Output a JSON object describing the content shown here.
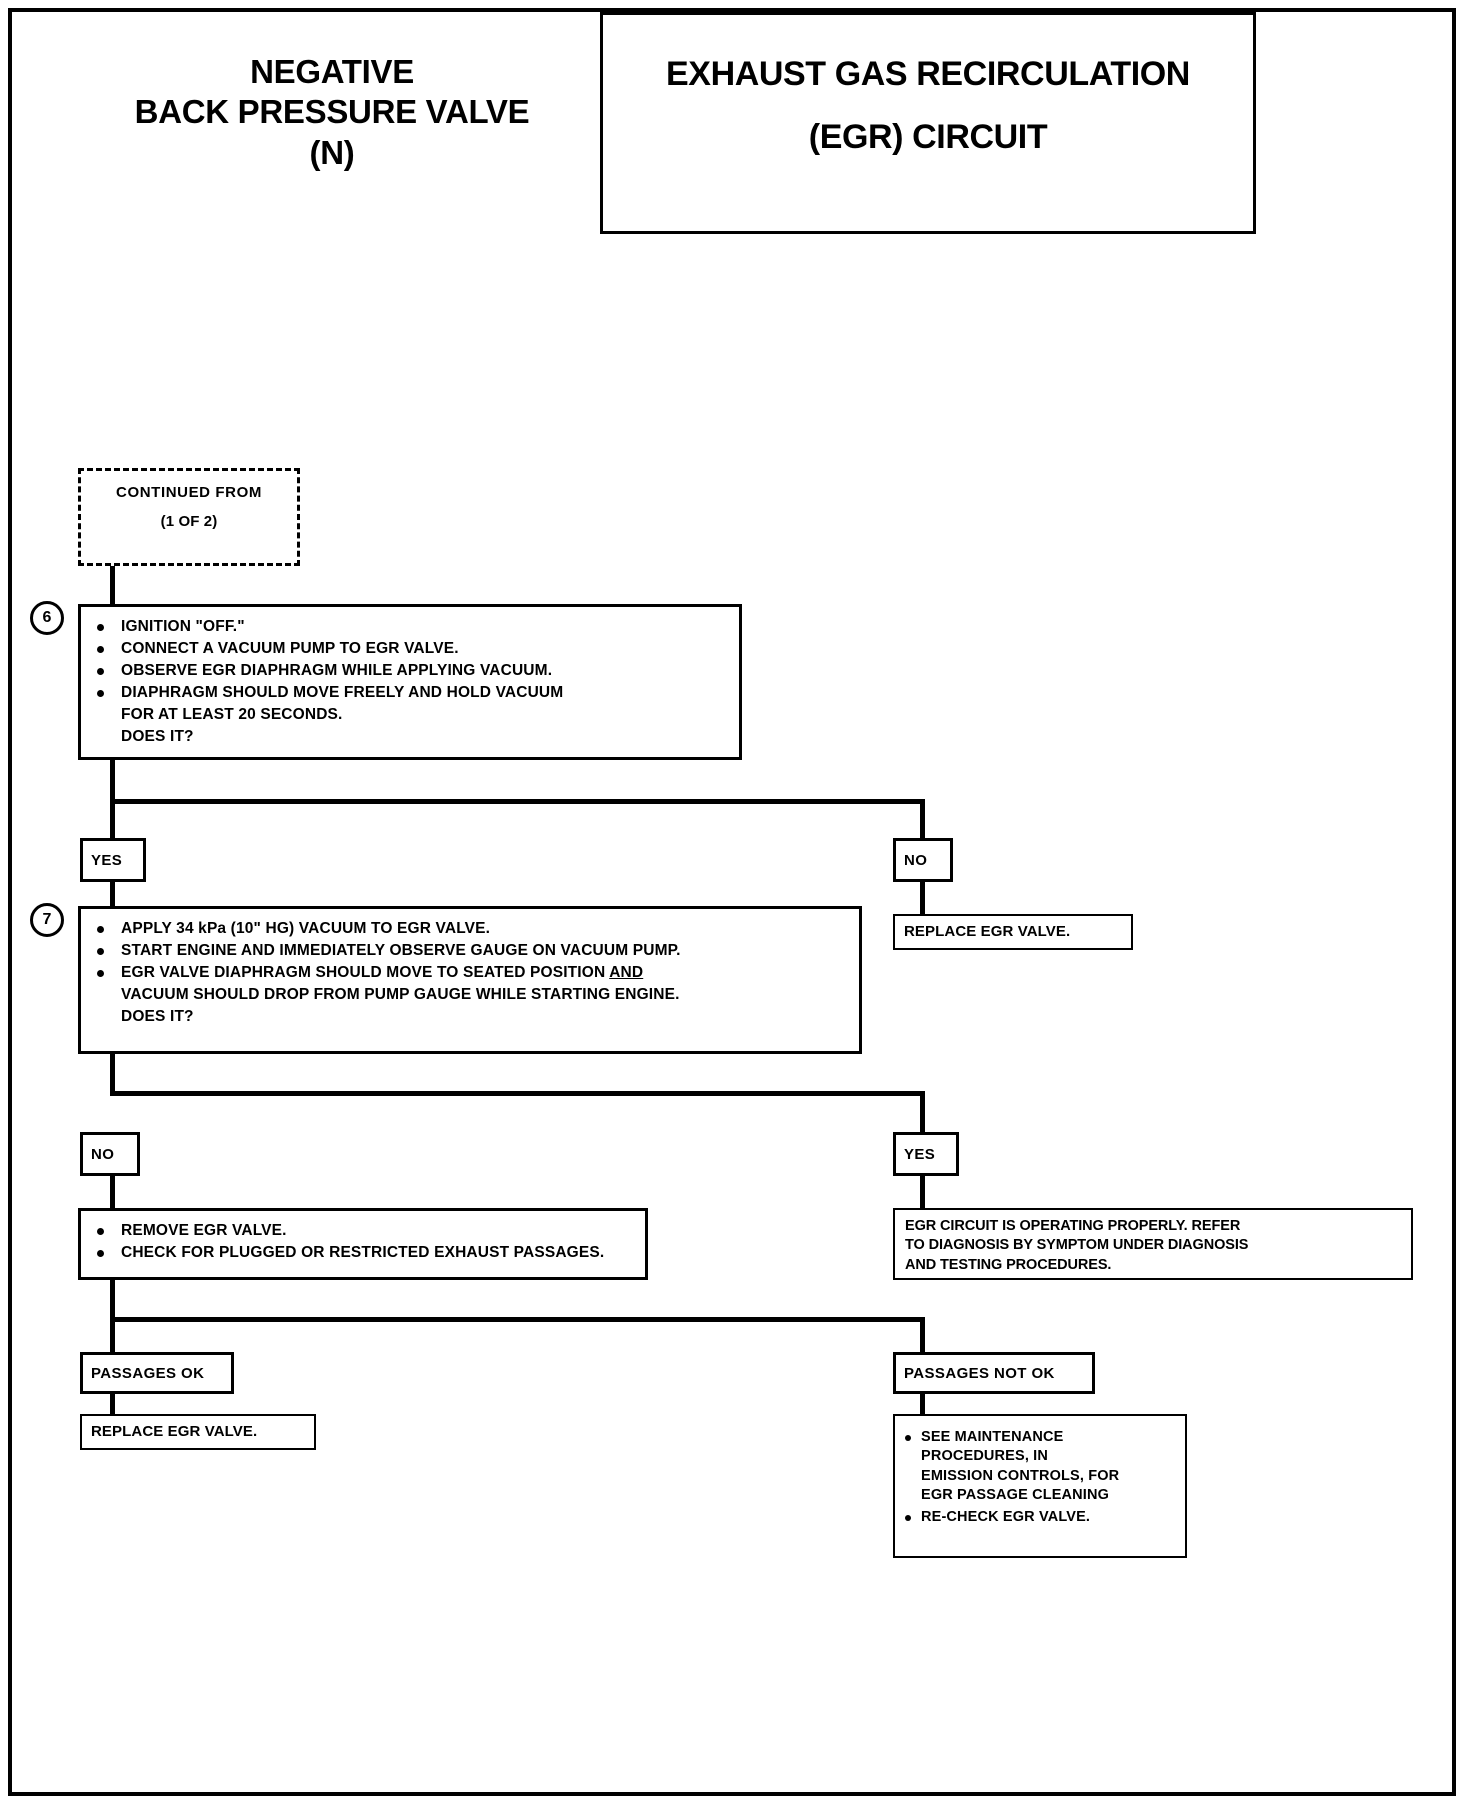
{
  "title": {
    "left": "NEGATIVE\nBACK PRESSURE VALVE\n(N)",
    "right_line1": "EXHAUST GAS RECIRCULATION",
    "right_line2": "(EGR) CIRCUIT"
  },
  "nodes": {
    "continued_from": {
      "line1": "CONTINUED FROM",
      "line2": "(1 OF 2)"
    },
    "step6": {
      "number": "6",
      "bullets": [
        "IGNITION \"OFF.\"",
        "CONNECT A VACUUM  PUMP TO EGR VALVE.",
        "OBSERVE EGR DIAPHRAGM WHILE APPLYING VACUUM.",
        "DIAPHRAGM SHOULD MOVE FREELY AND HOLD VACUUM\nFOR AT LEAST 20 SECONDS.\nDOES IT?"
      ]
    },
    "step6_yes": "YES",
    "step6_no": "NO",
    "replace_egr_valve_1": "REPLACE EGR VALVE.",
    "step7": {
      "number": "7",
      "bullet1": "APPLY 34 kPa (10\" HG) VACUUM TO EGR VALVE.",
      "bullet2": "START ENGINE AND IMMEDIATELY OBSERVE GAUGE ON VACUUM PUMP.",
      "bullet3_pre": "EGR VALVE DIAPHRAGM SHOULD MOVE TO SEATED POSITION ",
      "bullet3_underlined": "AND",
      "bullet3_post": "\nVACUUM SHOULD DROP FROM PUMP GAUGE WHILE STARTING ENGINE.\nDOES IT?"
    },
    "step7_no": "NO",
    "step7_yes": "YES",
    "remove_check": {
      "bullets": [
        "REMOVE EGR VALVE.",
        "CHECK FOR PLUGGED OR RESTRICTED EXHAUST PASSAGES."
      ]
    },
    "egr_ok_text": "EGR CIRCUIT IS OPERATING PROPERLY. REFER\nTO DIAGNOSIS BY SYMPTOM UNDER DIAGNOSIS\nAND TESTING PROCEDURES.",
    "passages_ok": "PASSAGES OK",
    "passages_not_ok": "PASSAGES NOT OK",
    "replace_egr_valve_2": "REPLACE EGR VALVE.",
    "maintenance": {
      "bullets": [
        "SEE MAINTENANCE\nPROCEDURES, IN\nEMISSION CONTROLS, FOR\nEGR PASSAGE CLEANING",
        "RE-CHECK EGR VALVE."
      ]
    }
  },
  "colors": {
    "ink": "#000000",
    "paper": "#ffffff"
  }
}
